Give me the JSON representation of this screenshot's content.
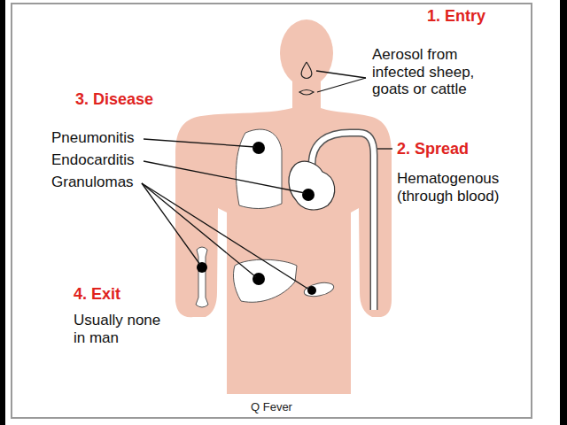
{
  "diagram": {
    "caption": "Q Fever",
    "labels": [
      "1. Entry",
      "Aerosol from infected sheep, goats or cattle",
      "2. Spread",
      "Hematogenous (through blood)",
      "3. Disease",
      "Pneumonitis",
      "Endocarditis",
      "Granulomas",
      "4. Exit",
      "Usually none in man"
    ]
  }
}
